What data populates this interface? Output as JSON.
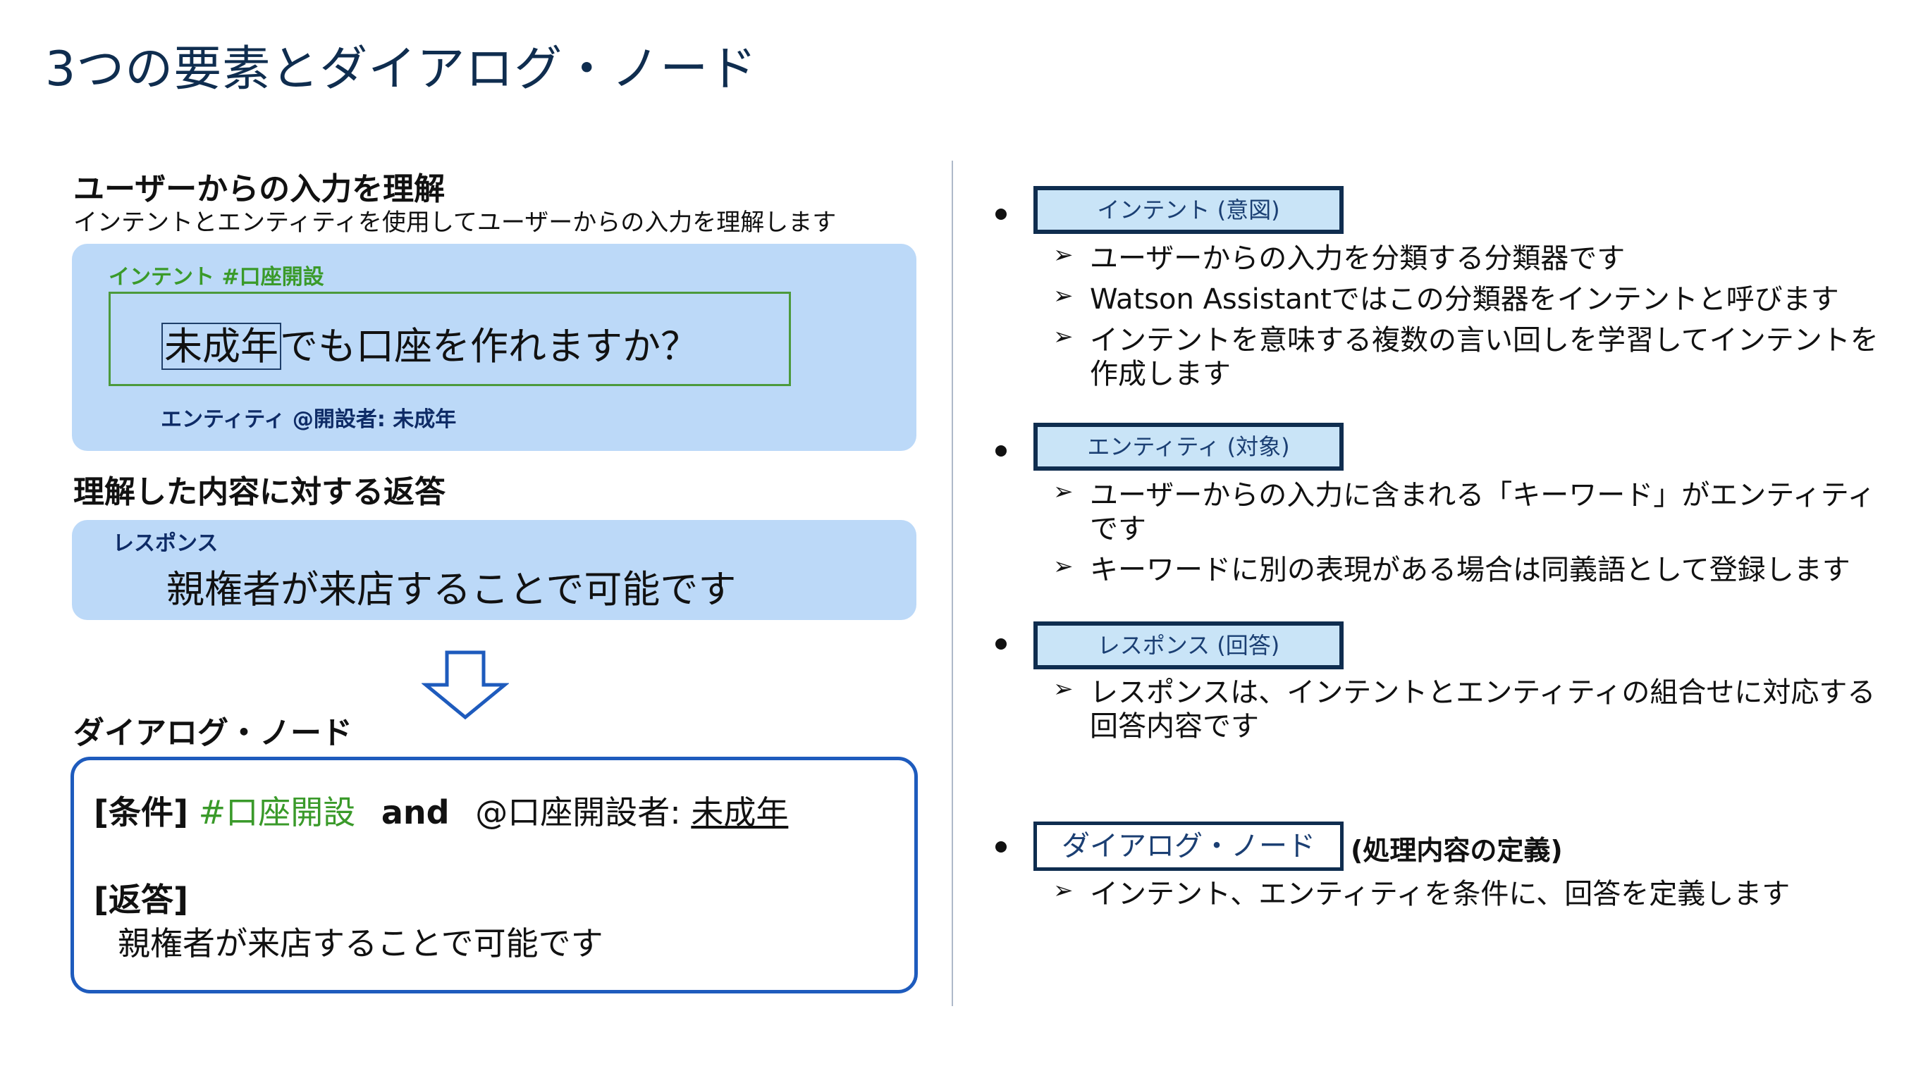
{
  "title": "3つの要素とダイアログ・ノード",
  "left": {
    "understand": {
      "heading": "ユーザーからの入力を理解",
      "subtitle": "インテントとエンティティを使用してユーザーからの入力を理解します",
      "intent_label": "インテント #口座開設",
      "sentence_word": "未成年",
      "sentence_rest": "でも口座を作れますか？",
      "entity_label": "エンティティ @開設者: 未成年"
    },
    "response": {
      "heading": "理解した内容に対する返答",
      "label": "レスポンス",
      "text": "親権者が来店することで可能です"
    },
    "dialog": {
      "heading": "ダイアログ・ノード",
      "condition_label": "[条件]",
      "condition_intent": "#口座開設",
      "condition_and": "and",
      "condition_entity_prefix": "@口座開設者: ",
      "condition_entity_value": "未成年",
      "response_label": "[返答]",
      "response_text": "親権者が来店することで可能です"
    }
  },
  "right": {
    "intent": {
      "tag": "インテント (意図)",
      "items": [
        "ユーザーからの入力を分類する分類器です",
        "Watson Assistantではこの分類器をインテントと呼びます",
        "インテントを意味する複数の言い回しを学習してインテントを",
        "作成します"
      ]
    },
    "entity": {
      "tag": "エンティティ (対象)",
      "items": [
        "ユーザーからの入力に含まれる「キーワード」がエンティティ",
        "です",
        "キーワードに別の表現がある場合は同義語として登録します"
      ]
    },
    "response": {
      "tag": "レスポンス (回答)",
      "items": [
        "レスポンスは、インテントとエンティティの組合せに対応する",
        "回答内容です"
      ]
    },
    "dialog": {
      "tag": "ダイアログ・ノード",
      "tag_suffix": "(処理内容の定義)",
      "items": [
        "インテント、エンティティを条件に、回答を定義します"
      ]
    },
    "arrow_glyph": "➢"
  },
  "colors": {
    "title": "#0f2d4f",
    "panel": "#bcd9f8",
    "green": "#3a9a2a",
    "navy": "#0e2b66",
    "node_border": "#1e5bbd"
  }
}
